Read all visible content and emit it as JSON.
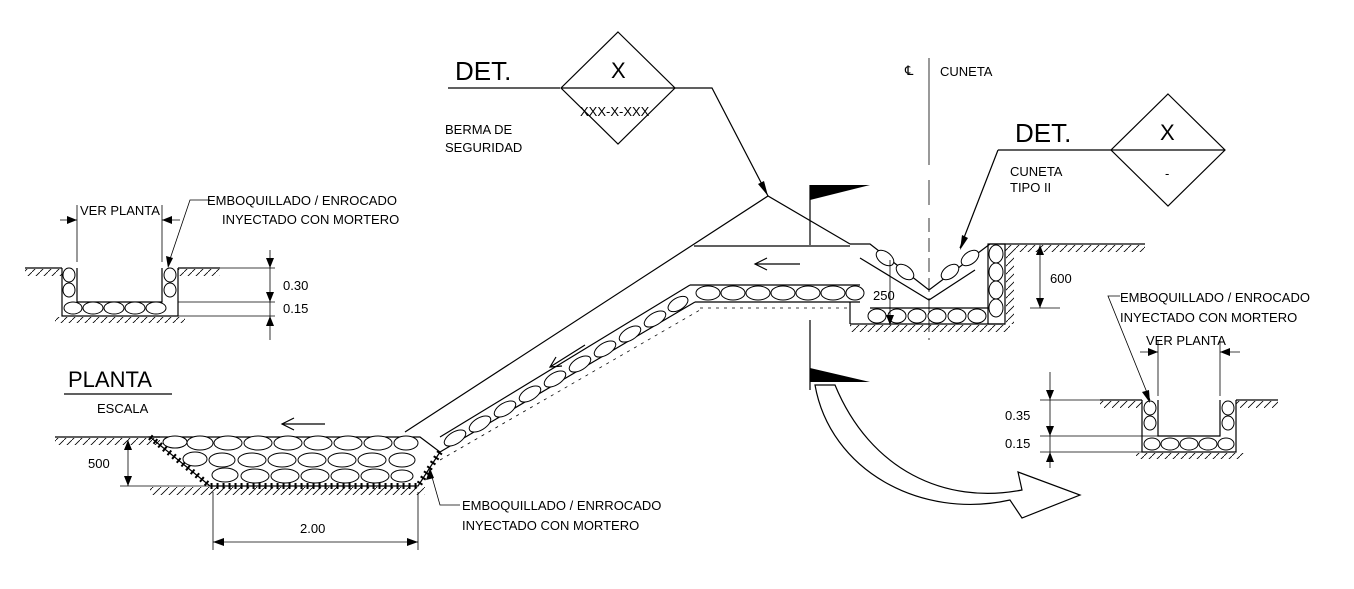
{
  "details": {
    "top_left": {
      "prefix": "DET.",
      "symbol": "X",
      "sheet": "XXX-X-XXX"
    },
    "right": {
      "prefix": "DET.",
      "symbol": "X",
      "sheet": "-"
    }
  },
  "labels": {
    "berma": [
      "BERMA DE",
      "SEGURIDAD"
    ],
    "cuneta_axis": "CUNETA",
    "cuneta_tipo": [
      "CUNETA",
      "TIPO II"
    ],
    "left_note": [
      "EMBOQUILLADO / ENROCADO",
      "INYECTADO CON MORTERO"
    ],
    "right_note": [
      "EMBOQUILLADO / ENROCADO",
      "INYECTADO CON MORTERO"
    ],
    "bottom_note": [
      "EMBOQUILLADO / ENRROCADO",
      "INYECTADO CON MORTERO"
    ],
    "ver_planta_left": "VER PLANTA",
    "ver_planta_right": "VER PLANTA",
    "planta_title": "PLANTA",
    "escala": "ESCALA"
  },
  "dimensions": {
    "left_030": "0.30",
    "left_015": "0.15",
    "right_035": "0.35",
    "right_015": "0.15",
    "d500": "500",
    "d200": "2.00",
    "d250": "250",
    "d600": "600"
  }
}
